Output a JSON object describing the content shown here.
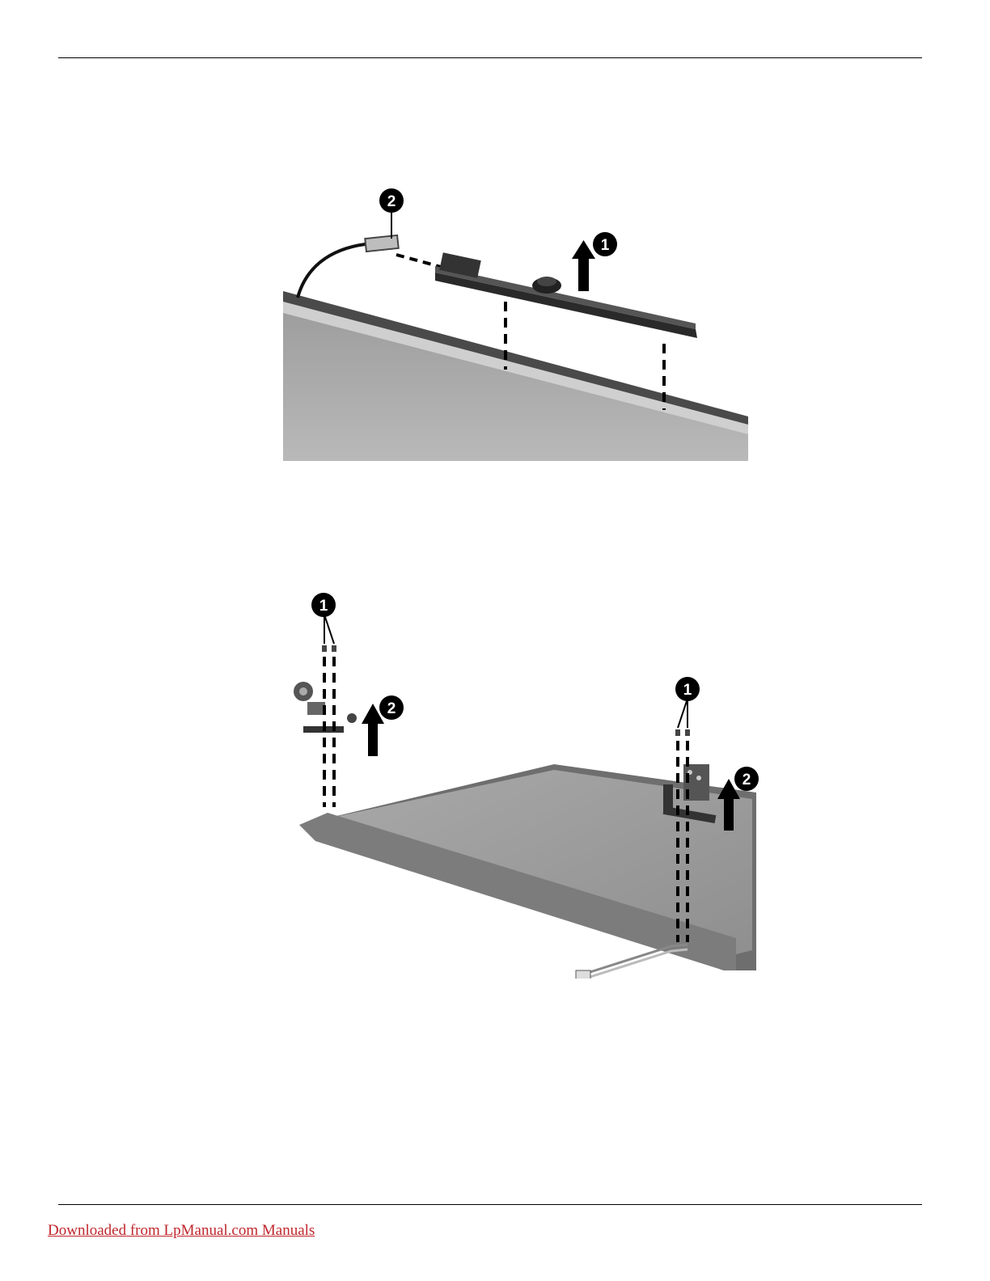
{
  "figures": [
    {
      "callouts": [
        "1",
        "2"
      ]
    },
    {
      "callouts": [
        "1",
        "2",
        "1",
        "2"
      ]
    }
  ],
  "footer": {
    "link_text": "Downloaded from LpManual.com Manuals",
    "link_color": "#c0272d"
  }
}
